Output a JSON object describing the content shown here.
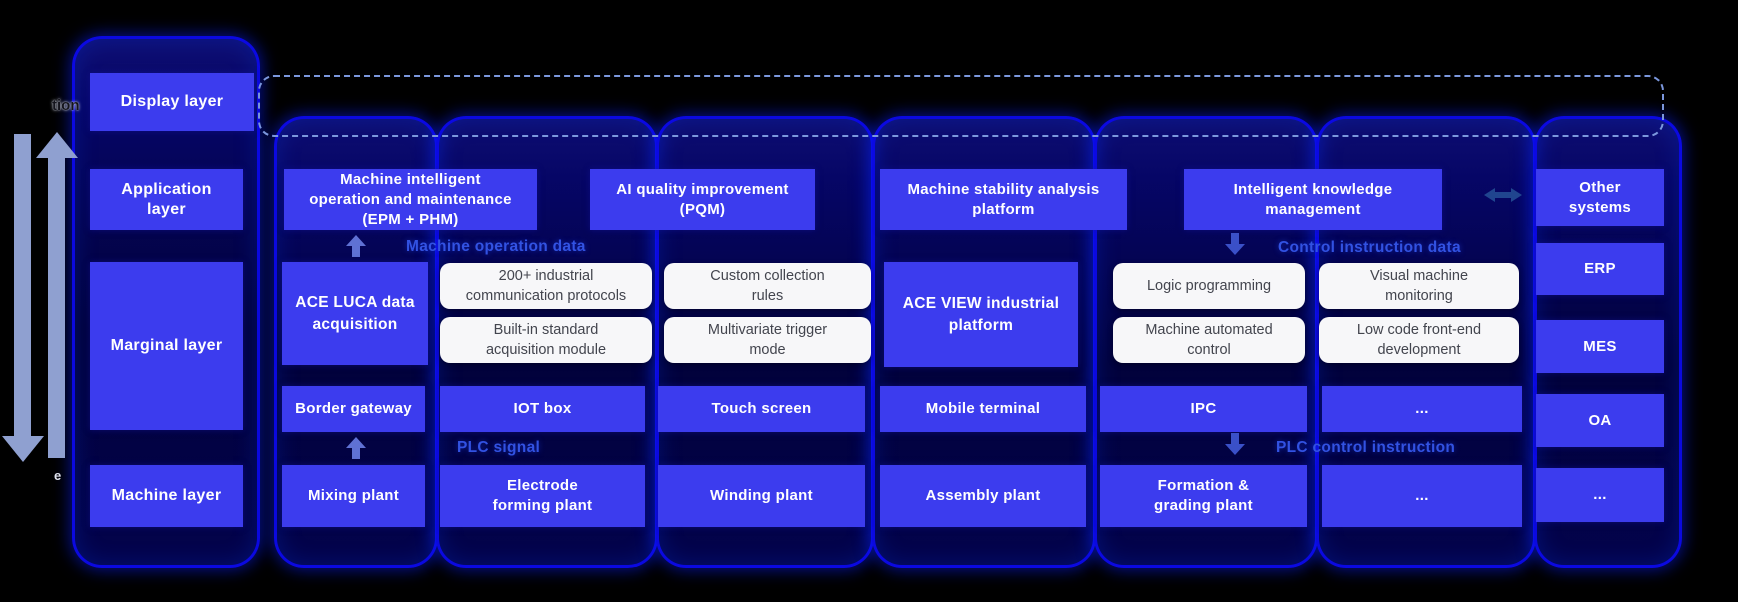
{
  "diagram": {
    "title_fragments": {
      "top_left": "tion",
      "bottom_left": "e"
    },
    "layers": [
      {
        "label": "Display layer"
      },
      {
        "label": "Application\nlayer"
      },
      {
        "label": "Marginal layer"
      },
      {
        "label": "Machine layer"
      }
    ],
    "application_row": [
      {
        "label": "Machine intelligent\noperation and maintenance\n(EPM + PHM)"
      },
      {
        "label": "AI quality improvement\n(PQM)"
      },
      {
        "label": "Machine stability analysis\nplatform"
      },
      {
        "label": "Intelligent knowledge\nmanagement"
      }
    ],
    "edge_platforms": {
      "ace_luca": "ACE LUCA data\nacquisition",
      "ace_view": "ACE VIEW industrial\nplatform"
    },
    "capability_chips": [
      {
        "label": "200+ industrial\ncommunication protocols"
      },
      {
        "label": "Built-in standard\nacquisition module"
      },
      {
        "label": "Custom collection\nrules"
      },
      {
        "label": "Multivariate trigger\nmode"
      },
      {
        "label": "Logic programming"
      },
      {
        "label": "Machine automated\ncontrol"
      },
      {
        "label": "Visual machine\nmonitoring"
      },
      {
        "label": "Low code front-end\ndevelopment"
      }
    ],
    "device_row": [
      {
        "label": "Border gateway"
      },
      {
        "label": "IOT box"
      },
      {
        "label": "Touch screen"
      },
      {
        "label": "Mobile terminal"
      },
      {
        "label": "IPC"
      },
      {
        "label": "..."
      }
    ],
    "machine_row": [
      {
        "label": "Mixing plant"
      },
      {
        "label": "Electrode\nforming plant"
      },
      {
        "label": "Winding plant"
      },
      {
        "label": "Assembly plant"
      },
      {
        "label": "Formation &\ngrading plant"
      },
      {
        "label": "..."
      }
    ],
    "external_systems": [
      {
        "label": "Other\nsystems"
      },
      {
        "label": "ERP"
      },
      {
        "label": "MES"
      },
      {
        "label": "OA"
      },
      {
        "label": "..."
      }
    ],
    "flow_labels": {
      "machine_operation_data": "Machine operation data",
      "control_instruction_data": "Control instruction data",
      "plc_signal": "PLC signal",
      "plc_control_instruction": "PLC control instruction"
    },
    "colors": {
      "box_blue": "#3c3cee",
      "card_border_blue": "#0c0ae8",
      "card_fill_navy": "#02023e",
      "dashed_outline": "#7b97dd",
      "flow_label_blue": "#3252e2",
      "chip_white": "#f7f7f9",
      "big_arrow": "#8fa0d0",
      "double_arrow": "#20458f",
      "background": "#000000"
    }
  }
}
